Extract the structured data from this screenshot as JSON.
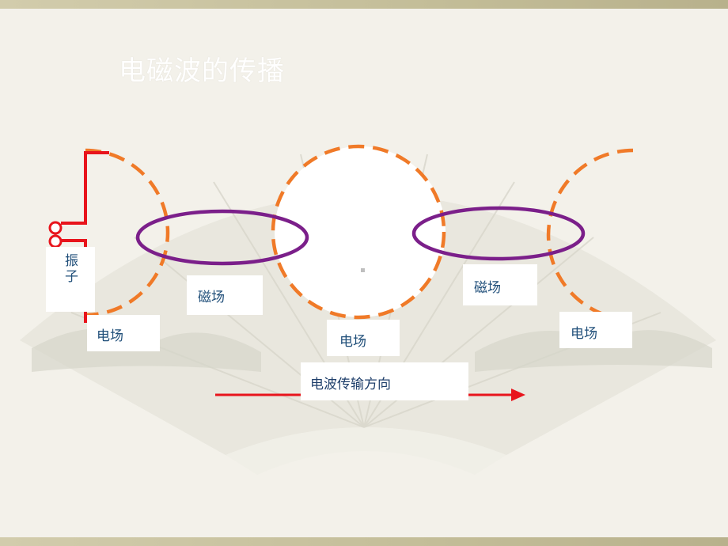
{
  "title": "电磁波的传播",
  "labels": {
    "oscillator": "振子",
    "electric_field_1": "电场",
    "magnetic_field_1": "磁场",
    "electric_field_2": "电场",
    "magnetic_field_2": "磁场",
    "electric_field_3": "电场",
    "direction": "电波传输方向"
  },
  "colors": {
    "electric_field": "#f07a28",
    "magnetic_field": "#7b1f8a",
    "oscillator": "#e8141c",
    "arrow": "#e8141c",
    "label_text": "#1f4e79"
  }
}
